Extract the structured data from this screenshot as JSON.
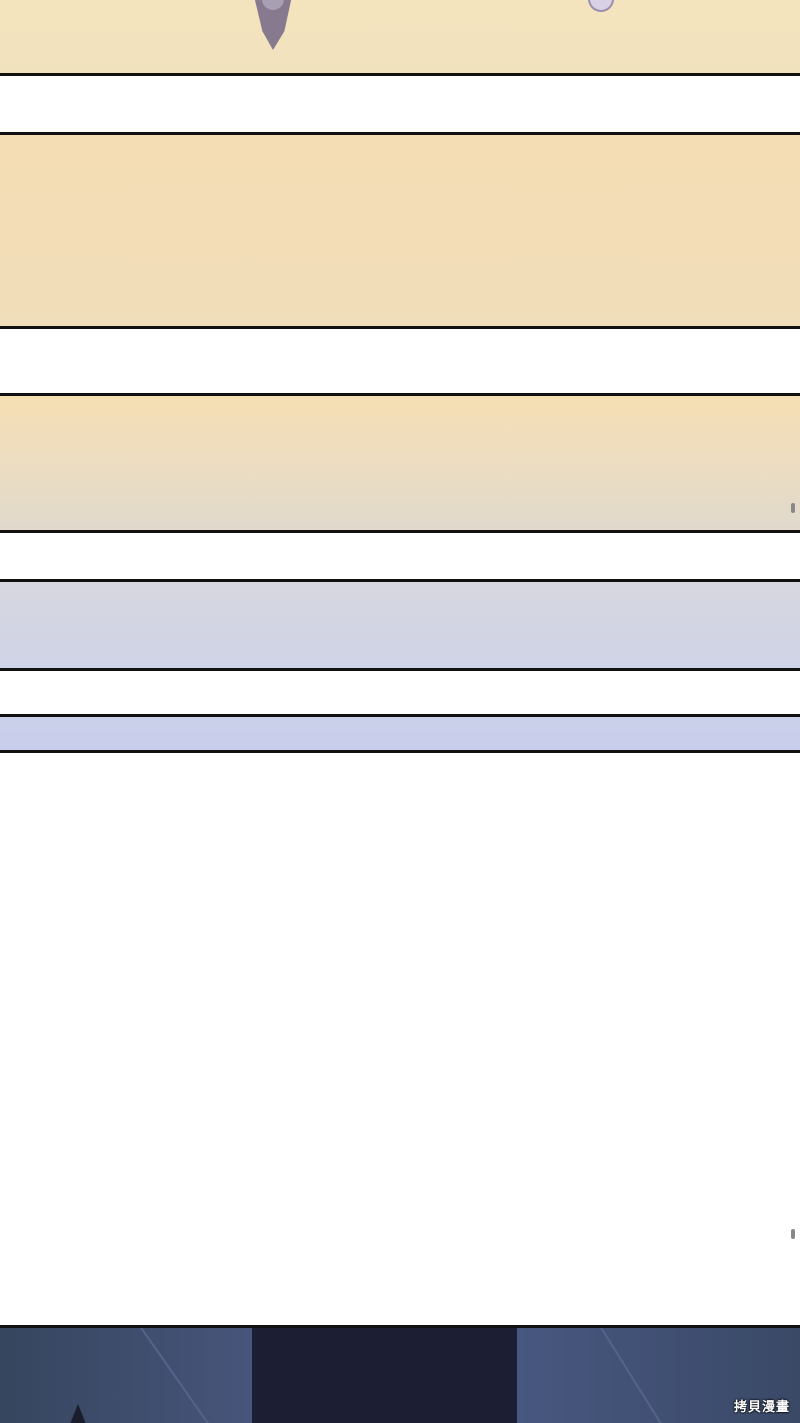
{
  "comic": {
    "watermark": "拷貝漫畫",
    "panels": [
      {
        "name": "panel-shoes",
        "scene": "feet-bottom"
      },
      {
        "name": "panel-warm-sky-1",
        "scene": "empty"
      },
      {
        "name": "panel-warm-sky-2",
        "scene": "empty"
      },
      {
        "name": "panel-lavender-sky-1",
        "scene": "empty"
      },
      {
        "name": "panel-lavender-sky-2",
        "scene": "empty"
      },
      {
        "name": "panel-night-room",
        "scene": "night"
      }
    ],
    "colors": {
      "warm": "#f4ddb4",
      "lavender": "#cfd3e6",
      "night": "#3f4e69",
      "night_dark": "#1c1f33",
      "border": "#111111"
    }
  }
}
